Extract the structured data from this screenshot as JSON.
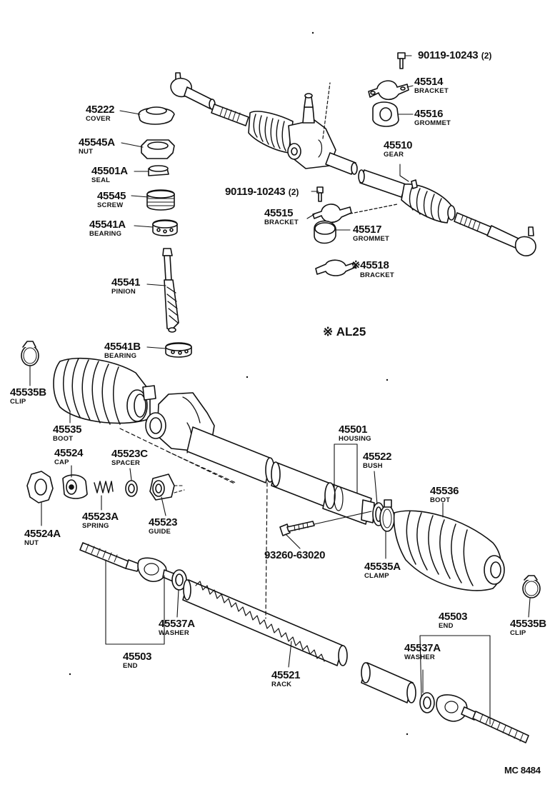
{
  "parts": {
    "p90119_top": {
      "number": "90119-10243",
      "qty": "(2)"
    },
    "p45514": {
      "number": "45514",
      "name": "BRACKET"
    },
    "p45516": {
      "number": "45516",
      "name": "GROMMET"
    },
    "p45510": {
      "number": "45510",
      "name": "GEAR"
    },
    "p45222": {
      "number": "45222",
      "name": "COVER"
    },
    "p45545A": {
      "number": "45545A",
      "name": "NUT"
    },
    "p45501A": {
      "number": "45501A",
      "name": "SEAL"
    },
    "p45545": {
      "number": "45545",
      "name": "SCREW"
    },
    "p45541A": {
      "number": "45541A",
      "name": "BEARING"
    },
    "p90119_mid": {
      "number": "90119-10243",
      "qty": "(2)"
    },
    "p45515": {
      "number": "45515",
      "name": "BRACKET"
    },
    "p45517": {
      "number": "45517",
      "name": "GROMMET"
    },
    "p45518": {
      "number": "45518",
      "name": "BRACKET"
    },
    "p45541": {
      "number": "45541",
      "name": "PINION"
    },
    "p45541B": {
      "number": "45541B",
      "name": "BEARING"
    },
    "p45535B_left": {
      "number": "45535B",
      "name": "CLIP"
    },
    "p45535": {
      "number": "45535",
      "name": "BOOT"
    },
    "p45501": {
      "number": "45501",
      "name": "HOUSING"
    },
    "p45522": {
      "number": "45522",
      "name": "BUSH"
    },
    "p45536": {
      "number": "45536",
      "name": "BOOT"
    },
    "p45524": {
      "number": "45524",
      "name": "CAP"
    },
    "p45523C": {
      "number": "45523C",
      "name": "SPACER"
    },
    "p45523A": {
      "number": "45523A",
      "name": "SPRING"
    },
    "p45523": {
      "number": "45523",
      "name": "GUIDE"
    },
    "p45524A": {
      "number": "45524A",
      "name": "NUT"
    },
    "p93260": {
      "number": "93260-63020"
    },
    "p45535A": {
      "number": "45535A",
      "name": "CLAMP"
    },
    "p45537A_left": {
      "number": "45537A",
      "name": "WASHER"
    },
    "p45503_left": {
      "number": "45503",
      "name": "END"
    },
    "p45503_right": {
      "number": "45503",
      "name": "END"
    },
    "p45537A_right": {
      "number": "45537A",
      "name": "WASHER"
    },
    "p45535B_right": {
      "number": "45535B",
      "name": "CLIP"
    },
    "p45521": {
      "number": "45521",
      "name": "RACK"
    }
  },
  "variant_note": {
    "mark": "※",
    "text": "AL25"
  },
  "p45518_mark": "※",
  "figure_code": "MC 8484"
}
